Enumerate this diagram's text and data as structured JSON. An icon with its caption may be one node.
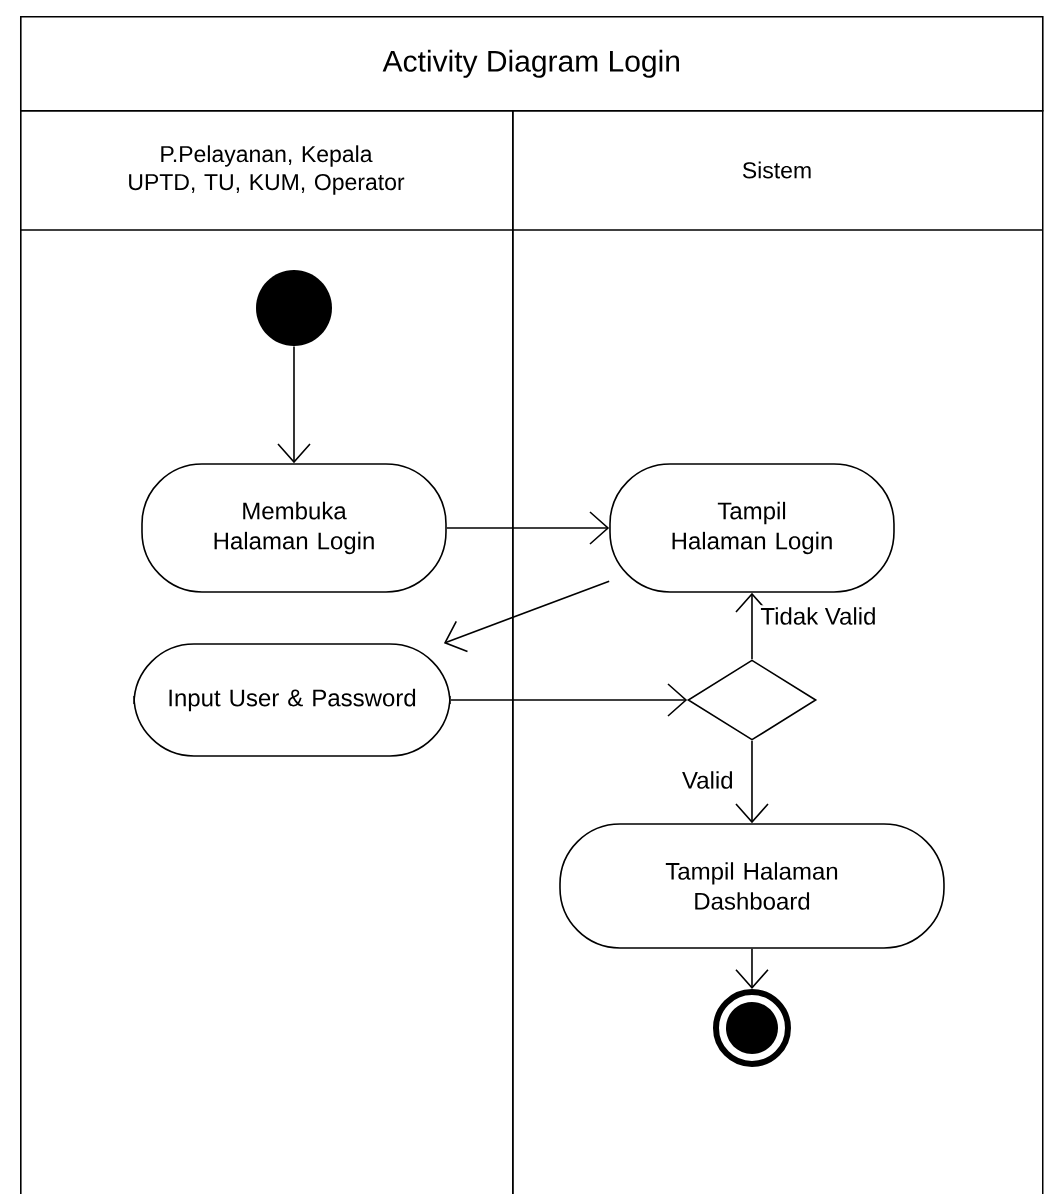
{
  "diagram": {
    "title": "Activity Diagram Login",
    "nodes": [
      {
        "text": [
          "P.Pelayanan, Kepala UPTD, TU, KUM, Operator"
        ]
      },
      {
        "text": [
          "Sistem"
        ]
      },
      {
        "text": [],
        "shape": "circle",
        "in": 0
      },
      {
        "text": [
          "Membuka Halaman Login"
        ],
        "in": 0
      },
      {
        "text": [
          "Tampil Halaman Login"
        ],
        "in": 1
      },
      {
        "text": [
          "Input User & Password"
        ],
        "in": 0
      },
      {
        "text": [],
        "shape": "diamond",
        "in": 1
      },
      {
        "text": [
          "Tampil Halaman Dashboard"
        ],
        "in": 1
      },
      {
        "text": [],
        "shape": "end-circle",
        "in": 1
      }
    ],
    "edges": [
      {
        "from": 2,
        "to": 3,
        "arrow": "to"
      },
      {
        "from": 3,
        "to": 4,
        "arrow": "to"
      },
      {
        "from": 4,
        "to": 5,
        "arrow": "to"
      },
      {
        "from": 5,
        "to": 6,
        "arrow": "to"
      },
      {
        "from": 6,
        "to": 4,
        "arrow": "to",
        "label": "Tidak Valid"
      },
      {
        "from": 6,
        "to": 7,
        "arrow": "to",
        "label": "Valid"
      },
      {
        "from": 7,
        "to": 8,
        "arrow": "to"
      }
    ]
  }
}
